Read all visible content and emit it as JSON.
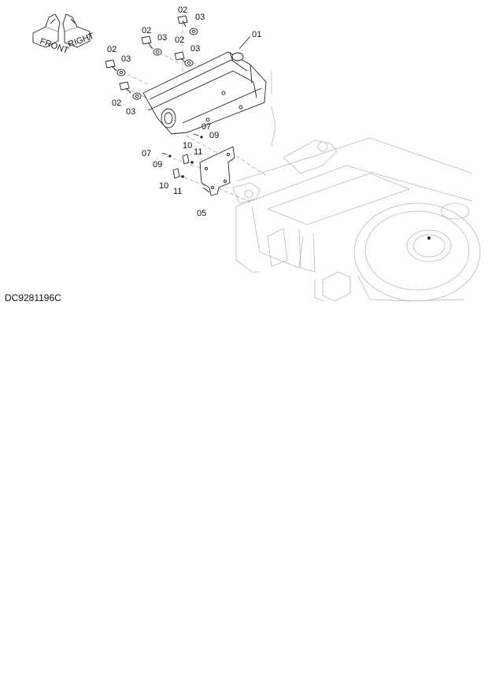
{
  "drawing_id": "DC9281196C",
  "orientation_icon": {
    "labels": [
      "FRONT",
      "RIGHT"
    ]
  },
  "callouts": {
    "c01": "01",
    "c02a": "02",
    "c03a": "03",
    "c02b": "02",
    "c03b": "03",
    "c02c": "02",
    "c03c": "03",
    "c02d": "02",
    "c03d": "03",
    "c02e": "02",
    "c03e": "03",
    "c05": "05",
    "c07a": "07",
    "c09a": "09",
    "c07b": "07",
    "c09b": "09",
    "c10a": "10",
    "c11a": "11",
    "c10b": "10",
    "c11b": "11"
  }
}
